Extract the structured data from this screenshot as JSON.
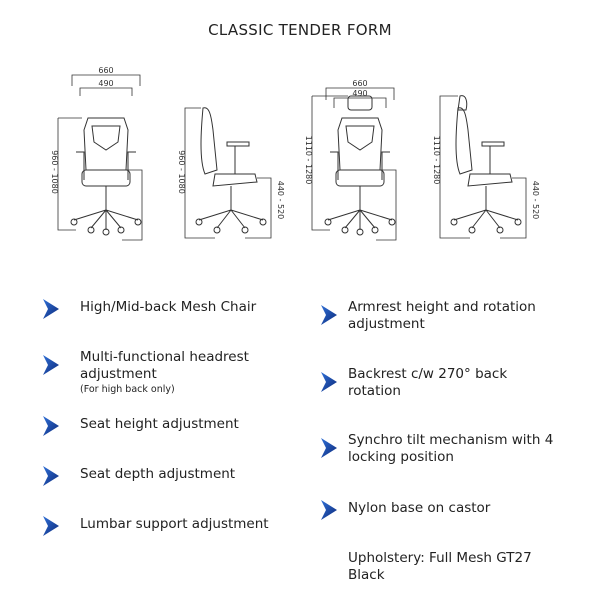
{
  "title": "CLASSIC TENDER FORM",
  "drawings": {
    "mid_back_front": {
      "width_outer": "660",
      "width_inner": "490",
      "height": "960 - 1080"
    },
    "mid_back_side": {
      "height": "960 - 1080",
      "seat_height": "440 - 520"
    },
    "high_back_front": {
      "width_outer": "660",
      "width_inner": "490",
      "height": "1110 - 1280"
    },
    "high_back_side": {
      "height": "1110 - 1280",
      "seat_height": "440 - 520"
    }
  },
  "features_left": [
    {
      "text": "High/Mid-back Mesh Chair"
    },
    {
      "text": "Multi-functional headrest adjustment",
      "note": "(For high back only)"
    },
    {
      "text": "Seat height adjustment"
    },
    {
      "text": "Seat depth adjustment"
    },
    {
      "text": "Lumbar support adjustment"
    }
  ],
  "features_right": [
    {
      "text": "Armrest height and rotation adjustment"
    },
    {
      "text": "Backrest c/w 270° back rotation"
    },
    {
      "text": "Synchro tilt mechanism with 4 locking position"
    },
    {
      "text": "Nylon base on castor"
    }
  ],
  "upholstery": "Upholstery: Full Mesh GT27 Black",
  "colors": {
    "arrow_dark": "#0d2a7a",
    "arrow_light": "#2f6fd6",
    "text": "#222222"
  }
}
